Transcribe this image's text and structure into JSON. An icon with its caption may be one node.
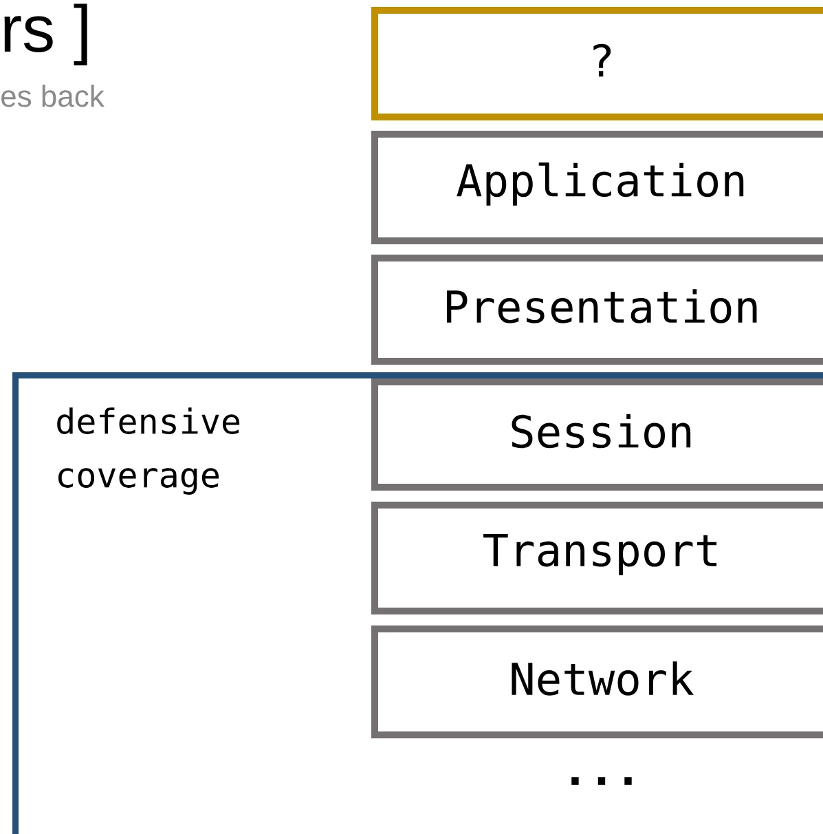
{
  "diagram": {
    "nodes": [
      {
        "text": [
          "?"
        ]
      },
      {
        "text": [
          "Application"
        ]
      },
      {
        "text": [
          "Presentation"
        ]
      },
      {
        "text": [
          "defensive coverage"
        ]
      },
      {
        "text": [
          "Session"
        ],
        "in": 3
      },
      {
        "text": [
          "Transport"
        ],
        "in": 3
      },
      {
        "text": [
          "Network"
        ],
        "in": 3
      }
    ],
    "labels": [
      "rs ]",
      "es back",
      "..."
    ]
  }
}
